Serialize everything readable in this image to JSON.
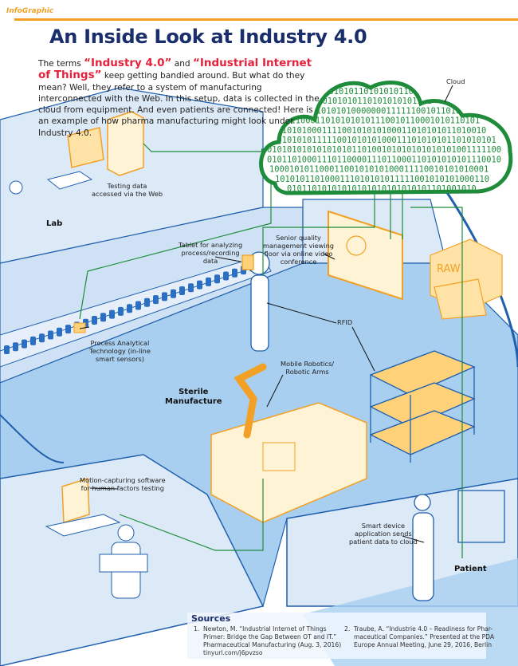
{
  "header": {
    "brand": "InfoGraphic",
    "title": "An Inside Look at Industry 4.0"
  },
  "intro": {
    "before": "The terms ",
    "term1": "“Industry 4.0”",
    "middle": " and ",
    "term2": "“Industrial Internet of Things”",
    "after": " keep getting bandied around. But what do they mean? Well, they refer to a system of manufacturing interconnected with the Web. In this setup, data is collected in the cloud from equipment.  And even patients are connected! Here is an example of how pharma manufacturing might look under Industry 4.0."
  },
  "cloud": {
    "label": "Cloud",
    "binary_rows": [
      "0101010110101010110",
      "010101010110101010101101",
      "0101010101000000011111100101101010",
      "1011000110101010101110010110001010110101",
      "01010101000111100101010100011010101011010010",
      "0101010101111100101010100011101010101101010101",
      "01010101010101010110100101010101010101001111100",
      "01011010001110110000111011000110101010101110010",
      "10001010110001100101010100011110010101010001",
      "1010101101000111010101011111001010101000110",
      "01011010101010101010101010101101001010"
    ]
  },
  "labels": {
    "testing_data": [
      "Testing data",
      "accessed via the Web"
    ],
    "lab": "Lab",
    "tablet": [
      "Tablet for analyzing",
      "process/recording",
      "data"
    ],
    "senior": [
      "Senior quality",
      "management viewing",
      "floor via online video",
      "conference"
    ],
    "rfid": "RFID",
    "pat": [
      "Process Analytical",
      "Technology (in-line",
      "smart sensors)"
    ],
    "robotics": [
      "Mobile Robotics/",
      "Robotic Arms"
    ],
    "sterile": [
      "Sterile",
      "Manufacture"
    ],
    "motion": [
      "Motion-capturing software",
      "for human factors testing"
    ],
    "smart_device": [
      "Smart device",
      "application sends",
      "patient data to cloud"
    ],
    "patient": "Patient",
    "raw": "RAW"
  },
  "sources": {
    "heading": "Sources",
    "items": [
      {
        "num": "1.",
        "lines": [
          "Newton, M. “Industrial Internet of Things",
          "Primer: Bridge the Gap Between OT and IT.”",
          "Pharmaceutical Manufacturing (Aug. 3, 2016)",
          "tinyurl.com/j6pvzso"
        ]
      },
      {
        "num": "2.",
        "lines": [
          "Traube, A. “Industrie 4.0 – Readiness for Phar-",
          "maceutical Companies.” Presented at the PDA",
          "Europe Annual Meeting, June 29, 2016, Berlin"
        ]
      }
    ]
  },
  "colors": {
    "title": "#1a2e6b",
    "accent_orange": "#f2a126",
    "highlight_red": "#e5213c",
    "network_green": "#1e8c3a",
    "wall_blue": "#dce9f7",
    "floor_blue": "#a9cff0",
    "line_blue": "#1f5fae"
  }
}
